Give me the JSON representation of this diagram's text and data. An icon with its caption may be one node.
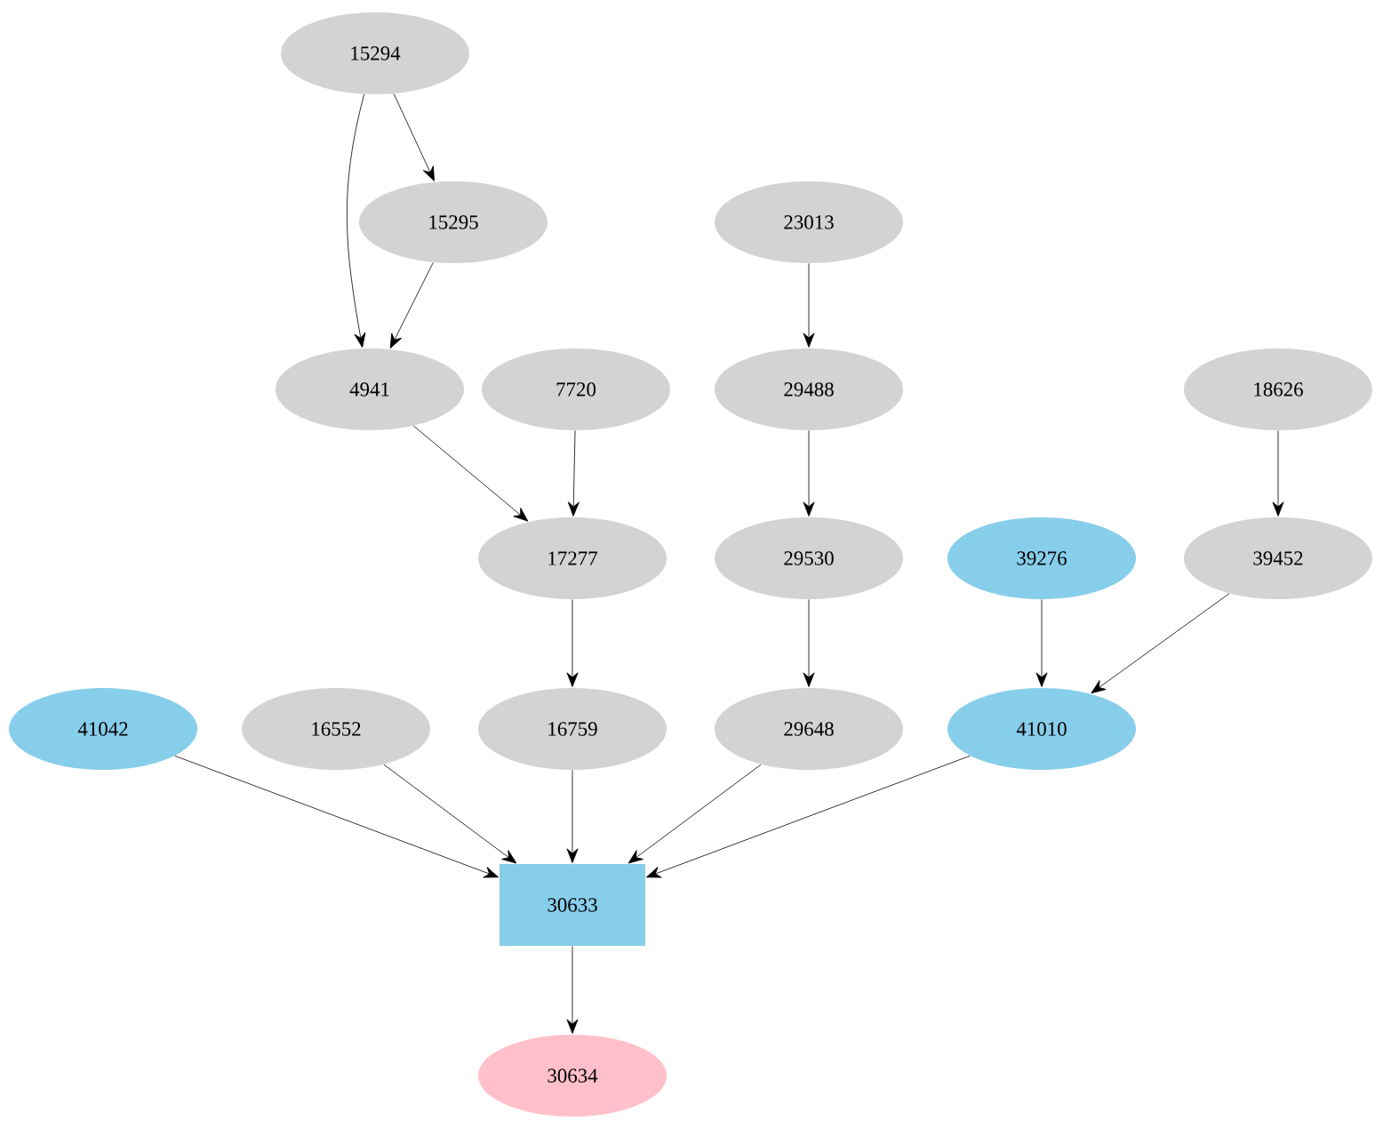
{
  "diagram": {
    "nodes": [
      {
        "text": [
          "15294"
        ]
      },
      {
        "text": [
          "15295"
        ]
      },
      {
        "text": [
          "4941"
        ]
      },
      {
        "text": [
          "7720"
        ]
      },
      {
        "text": [
          "23013"
        ]
      },
      {
        "text": [
          "29488"
        ]
      },
      {
        "text": [
          "18626"
        ]
      },
      {
        "text": [
          "17277"
        ]
      },
      {
        "text": [
          "29530"
        ]
      },
      {
        "text": [
          "39276"
        ]
      },
      {
        "text": [
          "39452"
        ]
      },
      {
        "text": [
          "41042"
        ]
      },
      {
        "text": [
          "16552"
        ]
      },
      {
        "text": [
          "16759"
        ]
      },
      {
        "text": [
          "29648"
        ]
      },
      {
        "text": [
          "41010"
        ]
      },
      {
        "text": [
          "30633"
        ]
      },
      {
        "text": [
          "30634"
        ]
      }
    ],
    "edges": [
      {
        "from": 0,
        "to": 1,
        "arrow": "to"
      },
      {
        "from": 0,
        "to": 2,
        "arrow": "to"
      },
      {
        "from": 1,
        "to": 2,
        "arrow": "to"
      },
      {
        "from": 2,
        "to": 7,
        "arrow": "to"
      },
      {
        "from": 3,
        "to": 7,
        "arrow": "to"
      },
      {
        "from": 4,
        "to": 5,
        "arrow": "to"
      },
      {
        "from": 5,
        "to": 8,
        "arrow": "to"
      },
      {
        "from": 6,
        "to": 10,
        "arrow": "to"
      },
      {
        "from": 7,
        "to": 13,
        "arrow": "to"
      },
      {
        "from": 8,
        "to": 14,
        "arrow": "to"
      },
      {
        "from": 9,
        "to": 15,
        "arrow": "to"
      },
      {
        "from": 10,
        "to": 15,
        "arrow": "to"
      },
      {
        "from": 11,
        "to": 16,
        "arrow": "to"
      },
      {
        "from": 12,
        "to": 16,
        "arrow": "to"
      },
      {
        "from": 13,
        "to": 16,
        "arrow": "to"
      },
      {
        "from": 14,
        "to": 16,
        "arrow": "to"
      },
      {
        "from": 15,
        "to": 16,
        "arrow": "to"
      },
      {
        "from": 16,
        "to": 17,
        "arrow": "to"
      }
    ]
  }
}
